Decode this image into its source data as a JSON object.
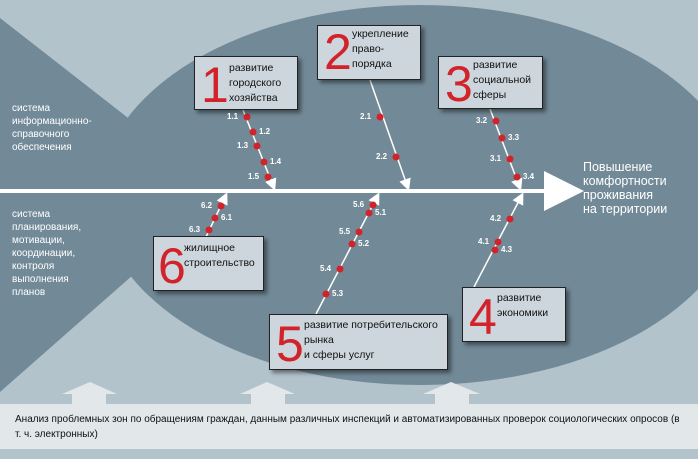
{
  "left_labels": {
    "top": "система\nинформационно-\nсправочного\nобеспечения",
    "bottom": "система\nпланирования,\nмотивации,\nкоординации,\nконтроля\nвыполнения\nпланов"
  },
  "goal": "Повышение\nкомфортности\nпроживания\nна территории",
  "branches": [
    {
      "num": "1",
      "label": "развитие\nгородского\nхозяйства",
      "points": [
        "1.1",
        "1.2",
        "1.3",
        "1.4",
        "1.5"
      ]
    },
    {
      "num": "2",
      "label": "укрепление\nправо-\nпорядка",
      "points": [
        "2.1",
        "2.2"
      ]
    },
    {
      "num": "3",
      "label": "развитие\nсоциальной\nсферы",
      "points": [
        "3.2",
        "3.3",
        "3.1",
        "3.4"
      ]
    },
    {
      "num": "4",
      "label": "развитие\nэкономики",
      "points": [
        "4.2",
        "4.1",
        "4.3"
      ]
    },
    {
      "num": "5",
      "label": "развитие потребительского\nрынка\nи сферы услуг",
      "points": [
        "5.6",
        "5.1",
        "5.5",
        "5.2",
        "5.4",
        "5.3"
      ]
    },
    {
      "num": "6",
      "label": "жилищное\nстроительство",
      "points": [
        "6.2",
        "6.1",
        "6.3"
      ]
    }
  ],
  "bottom_text": "Анализ проблемных зон по обращениям граждан, данным различных инспекций и автоматизированных проверок социологических опросов (в т. ч. электронных)",
  "colors": {
    "body": "#728a97",
    "background": "#b3c3cc",
    "accent": "#d2232a"
  }
}
